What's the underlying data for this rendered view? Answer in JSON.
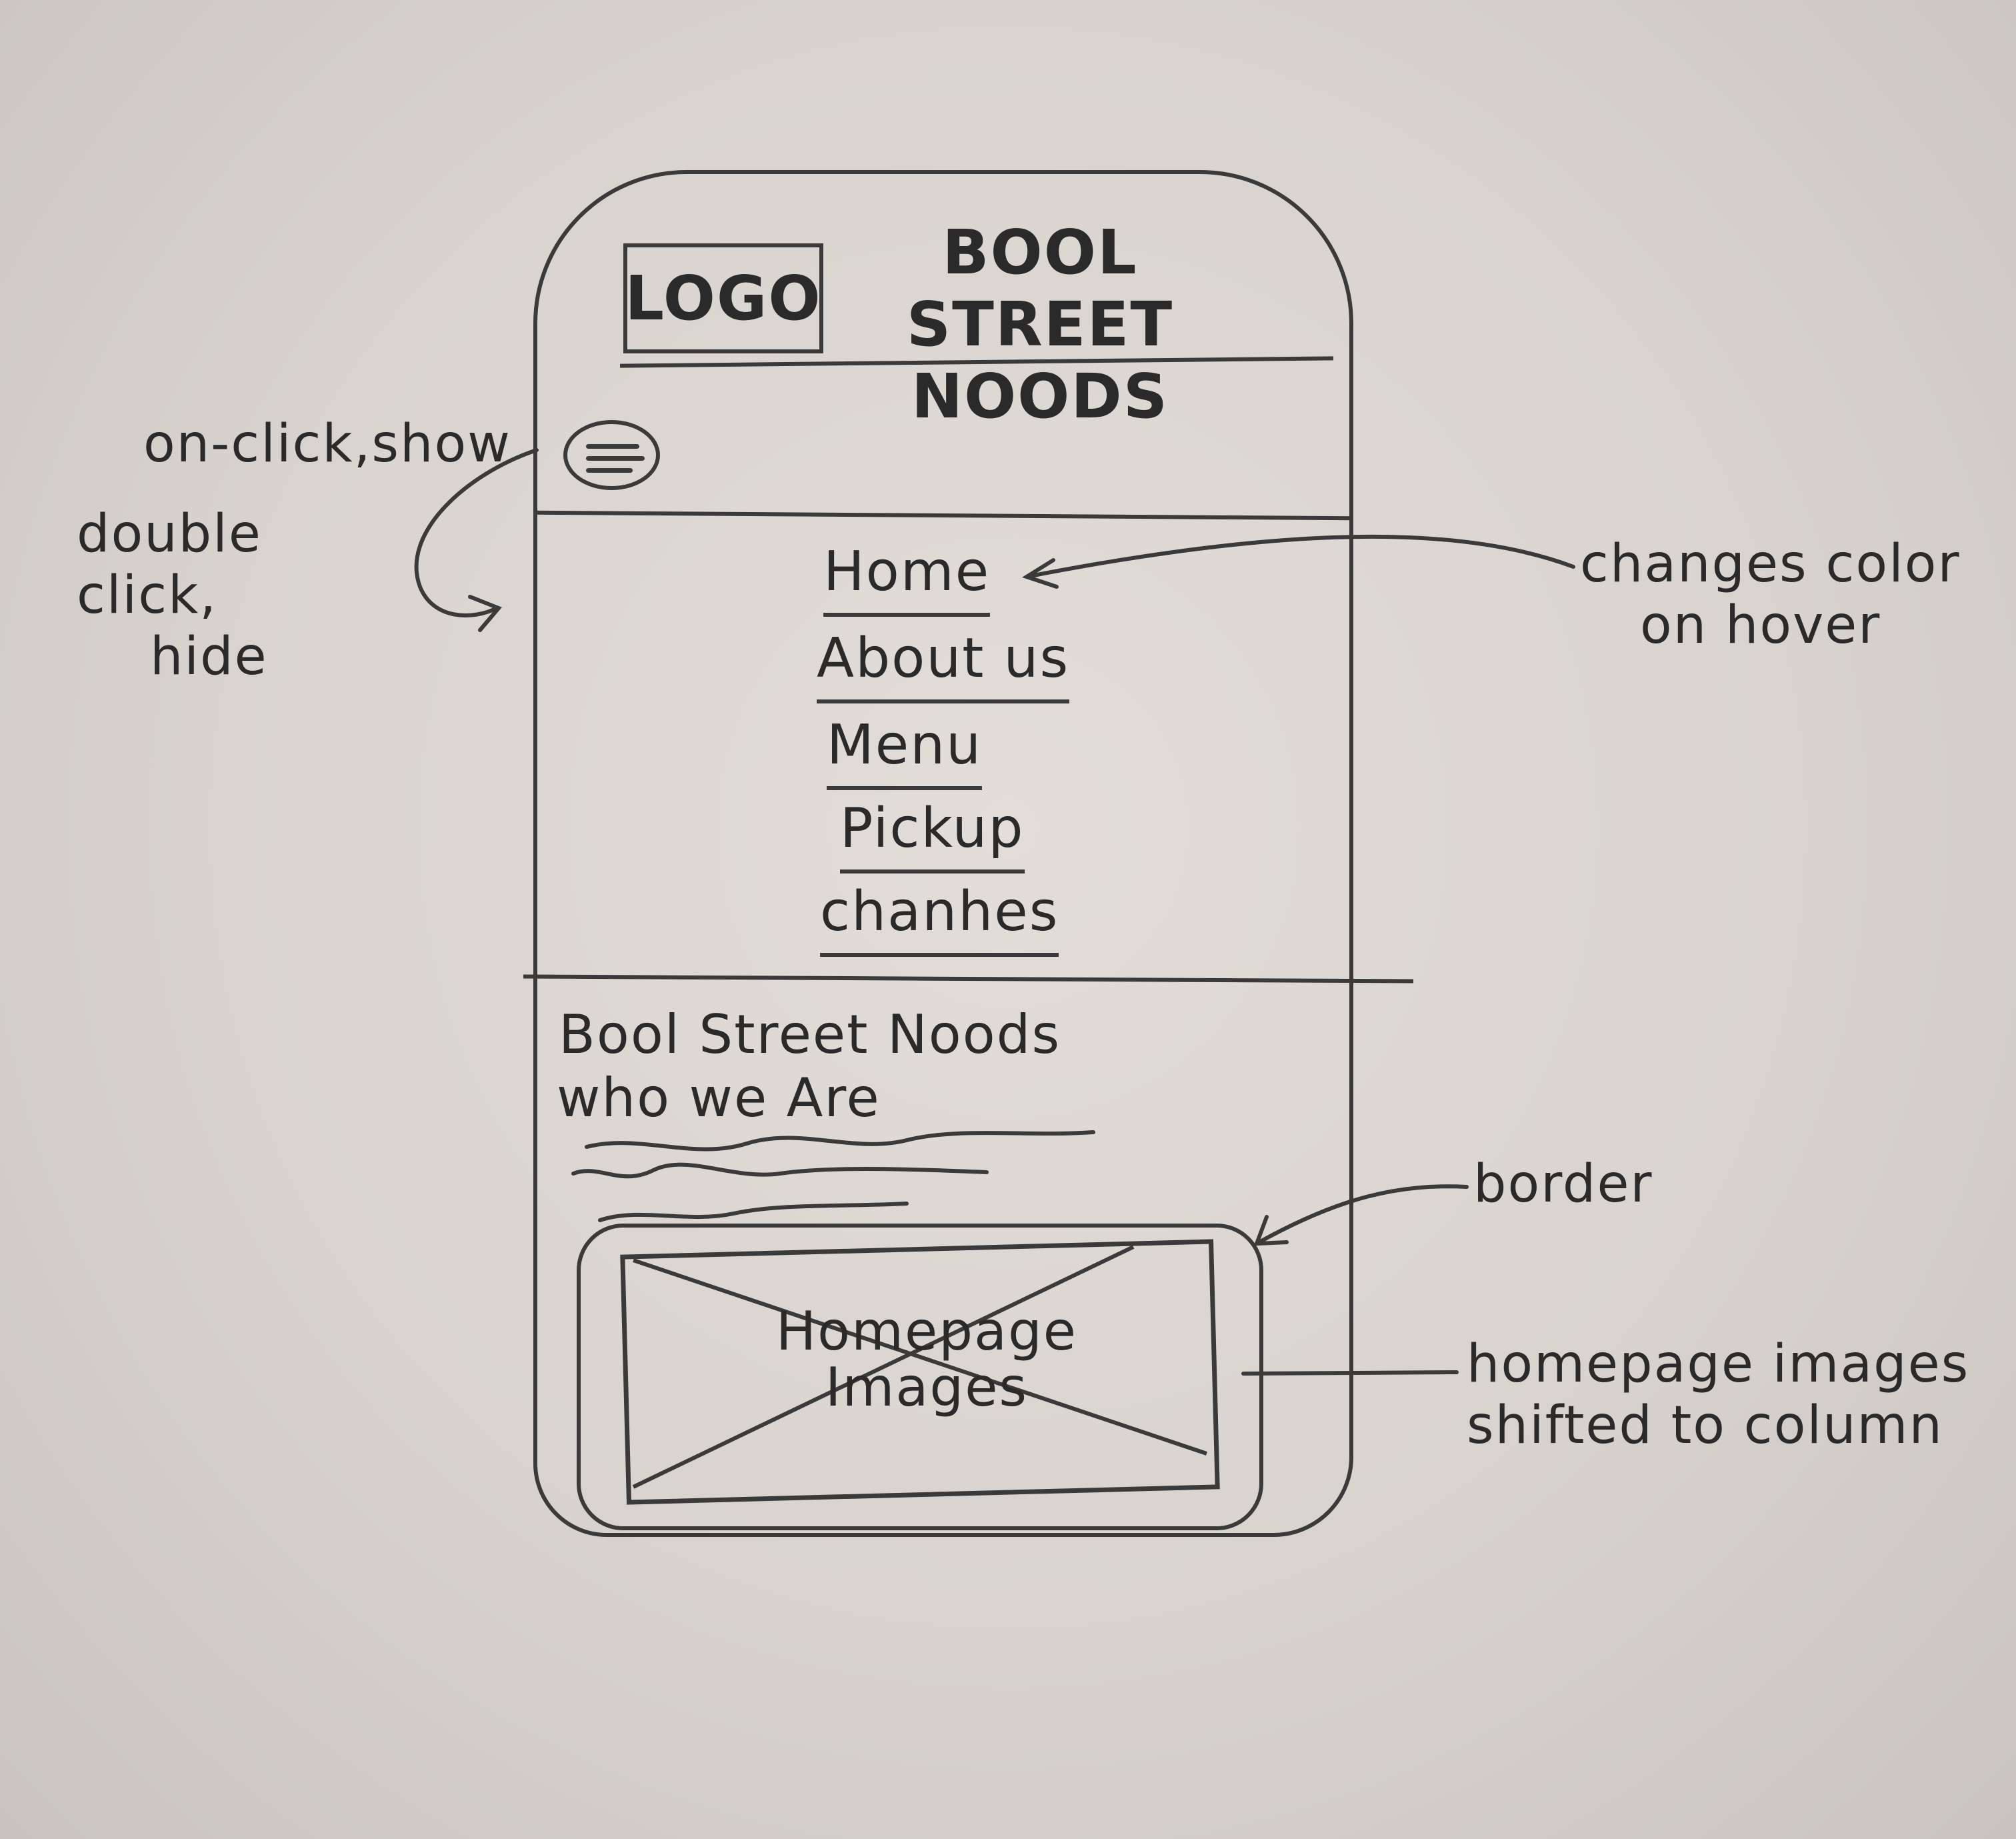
{
  "header": {
    "logo_label": "LOGO",
    "title_line1": "BOOL STREET",
    "title_line2": "NOODS"
  },
  "nav": {
    "items": [
      {
        "label": "Home"
      },
      {
        "label": "About us"
      },
      {
        "label": "Menu"
      },
      {
        "label": "Pickup"
      },
      {
        "label": "chanhes"
      }
    ]
  },
  "content": {
    "heading": "Bool Street Noods",
    "subheading": "who we Are",
    "image_label_line1": "Homepage",
    "image_label_line2": "Images"
  },
  "annotations": {
    "hamburger_note_line1": "on-click,show",
    "hamburger_note_line2": "double",
    "hamburger_note_line3": "click,",
    "hamburger_note_line4": "hide",
    "hover_note_line1": "changes color",
    "hover_note_line2": "on hover",
    "border_note": "border",
    "images_note_line1": "homepage images",
    "images_note_line2": "shifted to column"
  },
  "colors": {
    "paper": "#d8d3ce",
    "ink": "#2b2b2b"
  }
}
